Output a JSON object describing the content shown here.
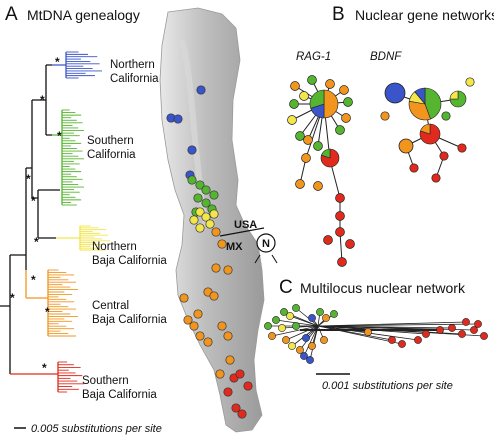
{
  "panels": {
    "a": {
      "letter": "A",
      "title": "MtDNA genealogy"
    },
    "b": {
      "letter": "B",
      "title": "Nuclear gene networks"
    },
    "c": {
      "letter": "C",
      "title": "Multilocus nuclear network"
    }
  },
  "clades": {
    "ncal": [
      "Northern",
      "California"
    ],
    "scal": [
      "Southern",
      "California"
    ],
    "nbaja": [
      "Northern",
      "Baja California"
    ],
    "cbaja": [
      "Central",
      "Baja California"
    ],
    "sbaja": [
      "Southern",
      "Baja California"
    ]
  },
  "support_marker": "*",
  "genes": {
    "rag1": "RAG-1",
    "bdnf": "BDNF"
  },
  "scalebars": {
    "mtdna": "0.005 substitutions per site",
    "multilocus": "0.001 substitutions per site"
  },
  "map": {
    "country_north": "USA",
    "country_south": "MX",
    "north_arrow": "N"
  },
  "colors": {
    "ncal": "#3a55c9",
    "scal": "#55b530",
    "nbaja": "#f2e64a",
    "cbaja": "#f2951e",
    "sbaja": "#e02a1e",
    "trunk": "#111111",
    "terrain": "#c9c9c9"
  }
}
